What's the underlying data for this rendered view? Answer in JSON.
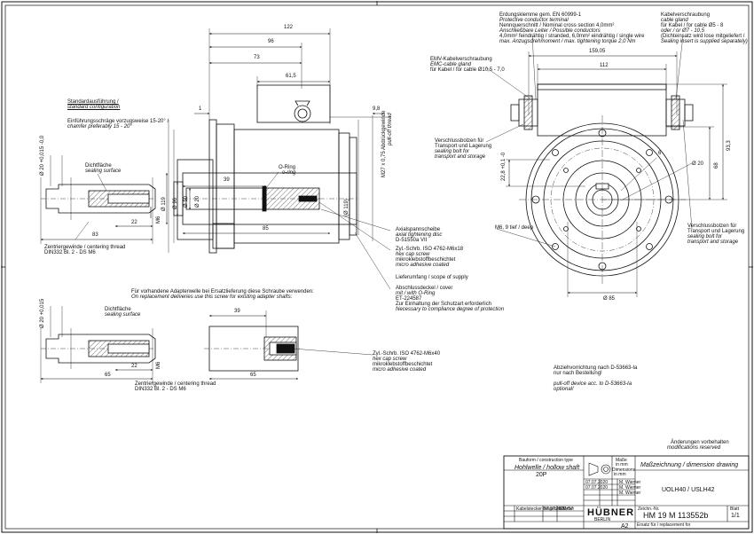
{
  "dims_left": {
    "d122": "122",
    "d96": "96",
    "d73": "73",
    "d61_5": "61,5",
    "d1": "1",
    "d9_8": "9,8",
    "d39": "39",
    "d85": "85",
    "d83": "83",
    "d22": "22",
    "d119": "Ø 119",
    "d96dia": "Ø 96",
    "d50": "Ø 50",
    "d20": "Ø 20",
    "d119b": "(Ø 119)",
    "m6": "M6",
    "m27": "M27 x 0,75 Abdrückgewinde",
    "m27b": "pull-off thread",
    "d20h7": "Ø 20 +0,015 -0,0"
  },
  "dims_right": {
    "d159": "159,05",
    "d112": "112",
    "d93_3": "93,3",
    "d68": "68",
    "d22_8": "22,8 +0,1 -0",
    "d6": "6",
    "d20": "Ø 20",
    "m6deep": "M6, 9 tief / deep",
    "d85": "Ø 85"
  },
  "dims_bottom": {
    "d39": "39",
    "d65a": "65",
    "d65b": "65",
    "d22": "22",
    "d20": "Ø 20 +0,015",
    "m6": "M6"
  },
  "notes": {
    "standard_de": "Standardausführung /",
    "standard_en": "standard configuration",
    "chamfer_de": "Einführungsschräge vorzugsweise 15-20° /",
    "chamfer_en": "chamfer preferably 15 - 20°",
    "sealing1_de": "Dichtfläche",
    "sealing1_en": "sealing surface",
    "center1_de": "Zentriergewinde / centering thread",
    "center1_en": "DIN332 Bl. 2 - DS M6",
    "oring_de": "O-Ring",
    "oring_en": "o-ring",
    "axial1_de": "Axialspannscheibe",
    "axial1_en": "axial tightening disc",
    "axial1_std": "D-51550a VII",
    "screw1_de": "Zyl.-Schrb. ISO 4762-M6x18",
    "screw1_en": "hex cap screw",
    "screw1_de2": "mikroklebstoffbeschichtet",
    "screw1_en2": "micro adhesive coated",
    "scope": "Lieferumfang / scope of supply",
    "cover_de": "Abschlussdeckel / cover",
    "cover_de2": "mit / with O-Ring",
    "cover_std": "ET-224587",
    "cover_note_de": "Zur Einhaltung der Schutzart erforderlich",
    "cover_note_en": "Necessary to compliance degree of protection",
    "adapter_de": "Für vorhandene Adapterwelle bei Ersatzlieferung diese Schraube verwenden:",
    "adapter_en": "On replacement deliveries use this screw for existing adapter shafts:",
    "sealing2_de": "Dichtfläche",
    "sealing2_en": "sealing surface",
    "center2_de": "Zentriergewinde / centering thread",
    "center2_en": "DIN332 Bl. 2 - DS M6",
    "screw2_de": "Zyl.-Schrb. ISO 4762-M6x40",
    "screw2_en": "hex cap screw",
    "screw2_de2": "mikroklebstoffbeschichtet",
    "screw2_en2": "micro adhesive coated",
    "earth_de": "Erdungsklemme gem. EN 60999-1",
    "earth_en": "Protective conductor terminal",
    "earth_l3": "Nennquerschnitt / Nominal cross section 4,0mm²",
    "earth_l4": "Anschließbare Leiter / Possible conductors",
    "earth_l5": "4,0mm² feindrähtig / stranded, 6,0mm² eindrähtig / single wire",
    "earth_l6": "max. Anzugsdrehmoment / max. tightening torque 2,0 Nm",
    "emv_de": "EMV-Kabelverschraubung",
    "emv_en": "EMC-cable gland",
    "emv_l3": "für Kabel / for cable Ø10,5 - 7,0",
    "gland_de": "Kabelverschraubung",
    "gland_en": "cable gland",
    "gland_l3": "für Kabel / for cable Ø5 - 8",
    "gland_l4": "oder / or Ø7 - 10,5",
    "gland_l5": "(Dichteinsatz wird lose mitgeliefert /",
    "gland_l6": "Sealing insert is supplied separately)",
    "bolt1_de": "Verschlussbolzen für",
    "bolt1_de2": "Transport und Lagerung",
    "bolt1_en": "sealing bolt for",
    "bolt1_en2": "transport and storage",
    "bolt2_de": "Verschlussbolzen für",
    "bolt2_de2": "Transport und Lagerung",
    "bolt2_en": "sealing bolt for",
    "bolt2_en2": "transport and storage",
    "pulloff_de": "Abziehvorrichtung nach D-53663-Ia",
    "pulloff_de2": "nur nach Bestellung!",
    "pulloff_en": "pull-off device acc. to D-53663-Ia",
    "pulloff_en2": "optional!",
    "changes_de": "Änderungen vorbehalten",
    "changes_en": "modifications reserved"
  },
  "title_block": {
    "bauform": "Bauform / construction type",
    "type_line1": "Hohlwelle / hollow shaft",
    "type_line2": "20P",
    "masstab_de": "Maße",
    "masstab_en": "in mm",
    "dim_de": "Dimensions",
    "dim_en": "in mm",
    "drawing_type": "Maßzeichnung / dimension drawing",
    "product": "UOLH40 / USLH42",
    "drawing_no": "HM 19 M 113552b",
    "sheet": "1/1",
    "sheet_label": "Blatt",
    "drawno_label": "Zeichn.-Nr.",
    "date1": "07.07.2020",
    "date2": "07.07.2020",
    "name1": "M. Wiemer",
    "name2": "M. Wiemer",
    "name3": "M. Wiemer",
    "rev_text": "Kabelstecker freigeben / V57",
    "rev_date": "07.07.2020",
    "rev_name": "Wiemer",
    "format": "A2",
    "logo": "HÜBNER",
    "logo_sub": "BERLIN",
    "ersatz": "Ersatz für / replacement for"
  }
}
